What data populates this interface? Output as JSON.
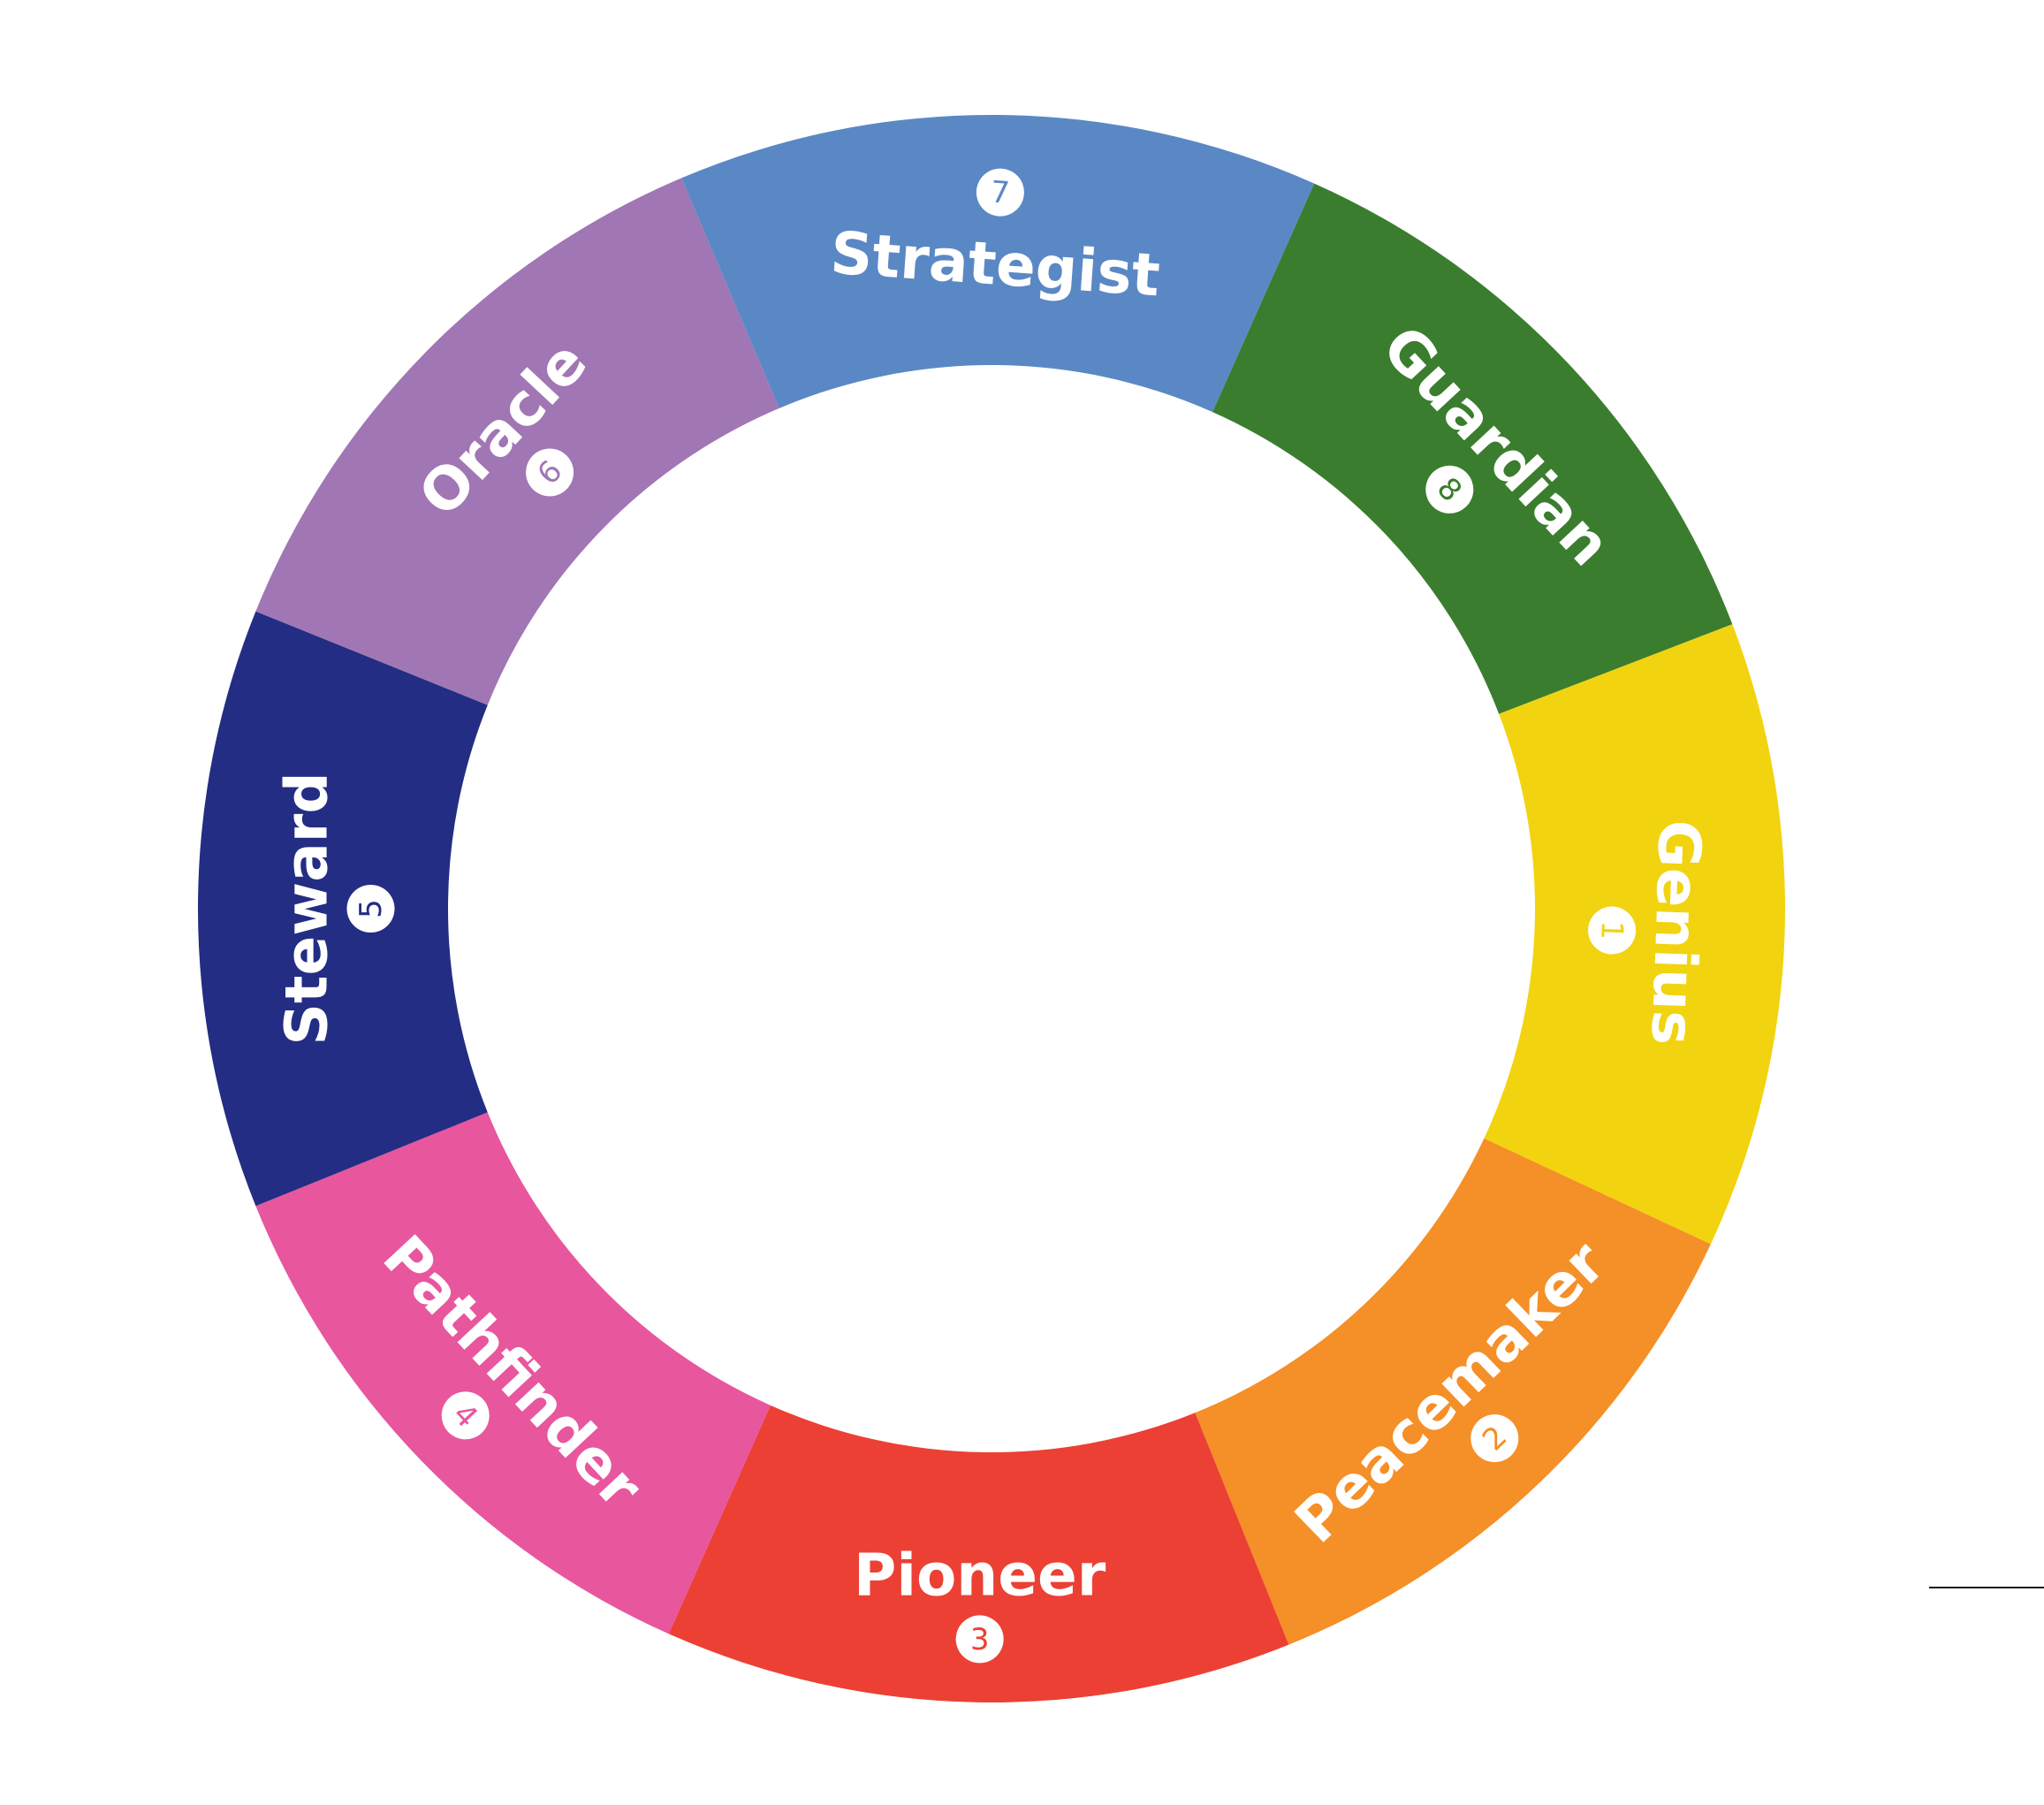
{
  "wheel": {
    "segments": [
      {
        "name": "Genius",
        "number": "1",
        "color": "#F2D30F"
      },
      {
        "name": "Peacemaker",
        "number": "2",
        "color": "#F58F27"
      },
      {
        "name": "Pioneer",
        "number": "3",
        "color": "#EC4034"
      },
      {
        "name": "Pathfinder",
        "number": "4",
        "color": "#E8569E"
      },
      {
        "name": "Steward",
        "number": "5",
        "color": "#232D83"
      },
      {
        "name": "Oracle",
        "number": "6",
        "color": "#A176B4"
      },
      {
        "name": "Strategist",
        "number": "7",
        "color": "#5A88C5"
      },
      {
        "name": "Guardian",
        "number": "8",
        "color": "#3A7D2E"
      }
    ],
    "label_color": "#FFFFFF"
  }
}
